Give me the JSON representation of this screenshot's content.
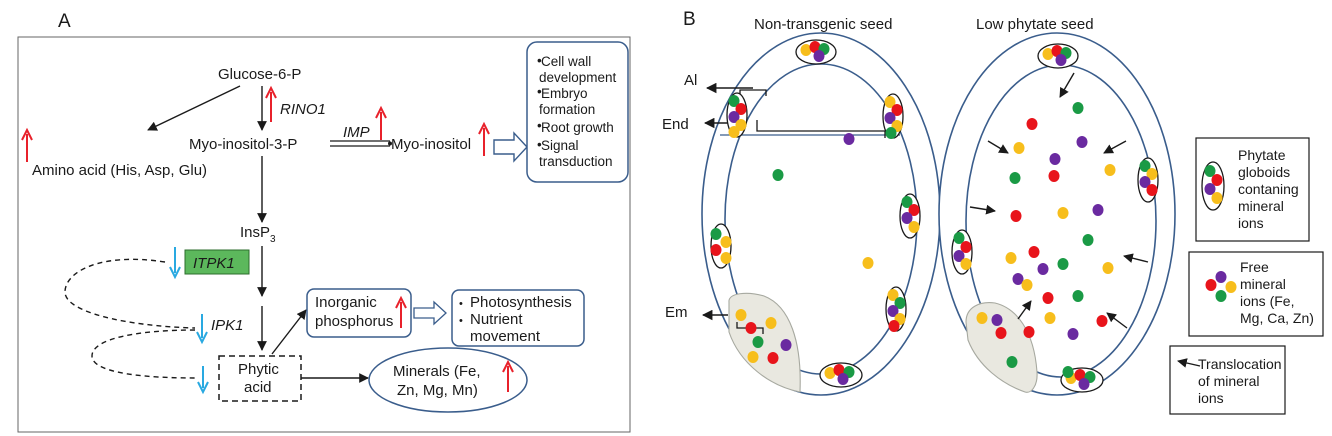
{
  "panel_a": {
    "label": "A",
    "glucose": "Glucose-6-P",
    "rino1": "RINO1",
    "myo3p": "Myo-inositol-3-P",
    "imp": "IMP",
    "myo": "Myo-inositol",
    "amino": "Amino acid (His, Asp, Glu)",
    "insp3_base": "InsP",
    "insp3_sub": "3",
    "itpk1": "ITPK1",
    "ipk1": "IPK1",
    "phytic_1": "Phytic",
    "phytic_2": "acid",
    "inorg_1": "Inorganic",
    "inorg_2": "phosphorus",
    "minerals_1": "Minerals (Fe,",
    "minerals_2": "Zn, Mg, Mn)",
    "functions": [
      "Cell wall",
      "development",
      "Embryo",
      "formation",
      "Root growth",
      "Signal",
      "transduction"
    ],
    "photo": [
      "Photosynthesis",
      "Nutrient",
      "movement"
    ]
  },
  "panel_b": {
    "label": "B",
    "title_left": "Non-transgenic seed",
    "title_right": "Low phytate seed",
    "al": "Al",
    "end": "End",
    "em": "Em",
    "legend_globoid": [
      "Phytate",
      "globoids",
      "contaning",
      "mineral",
      "ions"
    ],
    "legend_free": [
      "Free",
      "mineral",
      "ions (Fe,",
      "Mg, Ca, Zn)"
    ],
    "legend_trans": [
      "Translocation",
      "of mineral",
      "ions"
    ]
  },
  "colors": {
    "up_arrow": "#e8212b",
    "down_arrow": "#29a9e1",
    "itpk_fill": "#5cb85c",
    "outline": "#3a5d8c",
    "ion_red": "#e8141b",
    "ion_green": "#1a9a45",
    "ion_purple": "#6a2aa0",
    "ion_yellow": "#f7be1c",
    "embryo": "#e9e8e0"
  }
}
